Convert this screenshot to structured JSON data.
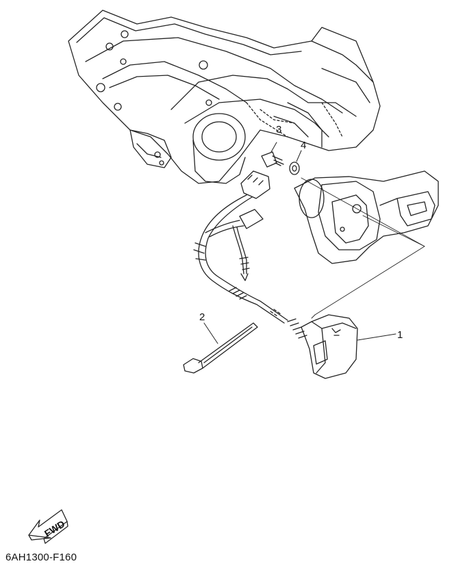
{
  "diagram": {
    "callouts": [
      {
        "id": "1",
        "label": "1"
      },
      {
        "id": "2",
        "label": "2"
      },
      {
        "id": "3",
        "label": "3"
      },
      {
        "id": "4",
        "label": "4"
      }
    ],
    "direction_marker": "FWD",
    "document_code": "6AH1300-F160",
    "colors": {
      "line": "#222222",
      "background": "#ffffff"
    }
  }
}
